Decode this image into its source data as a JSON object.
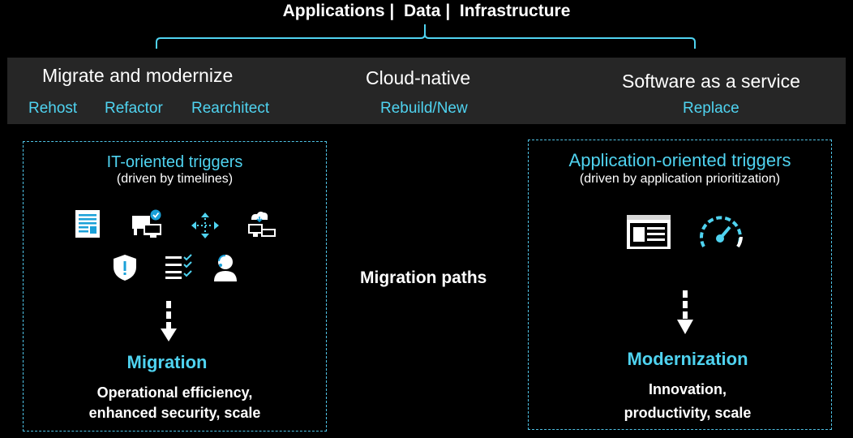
{
  "header": {
    "title": "Applications |  Data |  Infrastructure"
  },
  "band": {
    "migrate": {
      "title": "Migrate and modernize",
      "options": [
        "Rehost",
        "Refactor",
        "Rearchitect"
      ]
    },
    "cloud_native": {
      "title": "Cloud-native",
      "options": [
        "Rebuild/New"
      ]
    },
    "saas": {
      "title": "Software as a service",
      "options": [
        "Replace"
      ]
    }
  },
  "left_panel": {
    "heading": "IT-oriented triggers",
    "subheading": "(driven by timelines)",
    "icons": [
      "document-icon",
      "devices-check-icon",
      "move-arrows-icon",
      "cloud-devices-icon",
      "shield-alert-icon",
      "checklist-icon",
      "support-agent-icon"
    ],
    "result": "Migration",
    "benefit_line1": "Operational efficiency,",
    "benefit_line2": "enhanced security, scale"
  },
  "center": {
    "label": "Migration paths"
  },
  "right_panel": {
    "heading": "Application-oriented triggers",
    "subheading": "(driven by application prioritization)",
    "icons": [
      "application-window-icon",
      "speedometer-icon"
    ],
    "result": "Modernization",
    "benefit_line1": "Innovation,",
    "benefit_line2": "productivity, scale"
  },
  "colors": {
    "accent": "#4fd3f0",
    "band": "#262626",
    "background": "#000000"
  }
}
